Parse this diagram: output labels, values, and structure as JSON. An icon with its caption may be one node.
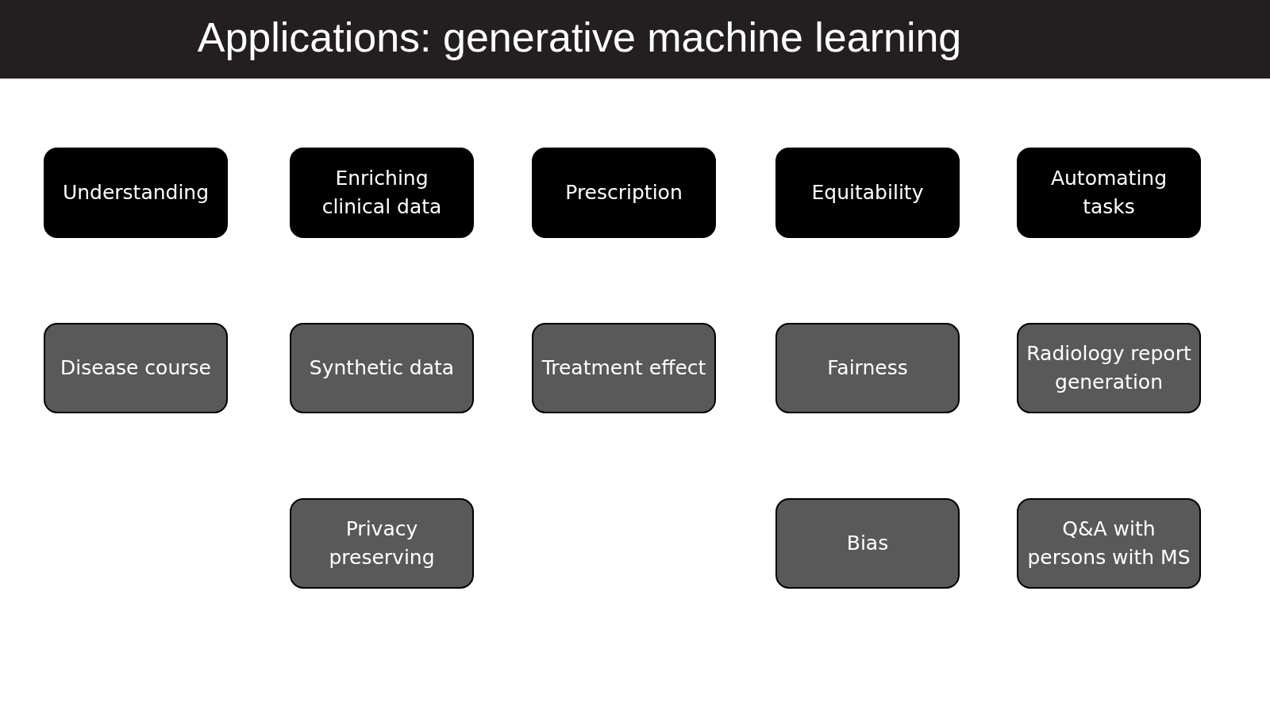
{
  "diagram": {
    "title": "Applications: generative machine learning",
    "nodes": [
      {
        "text": [
          "Understanding"
        ]
      },
      {
        "text": [
          "Enriching clinical data"
        ]
      },
      {
        "text": [
          "Prescription"
        ]
      },
      {
        "text": [
          "Equitability"
        ]
      },
      {
        "text": [
          "Automating tasks"
        ]
      },
      {
        "text": [
          "Disease course"
        ]
      },
      {
        "text": [
          "Synthetic data"
        ]
      },
      {
        "text": [
          "Treatment effect"
        ]
      },
      {
        "text": [
          "Fairness"
        ]
      },
      {
        "text": [
          "Radiology report generation"
        ]
      },
      {
        "text": [
          "Privacy preserving"
        ]
      },
      {
        "text": [
          "Bias"
        ]
      },
      {
        "text": [
          "Q&A with persons with MS"
        ]
      }
    ]
  }
}
